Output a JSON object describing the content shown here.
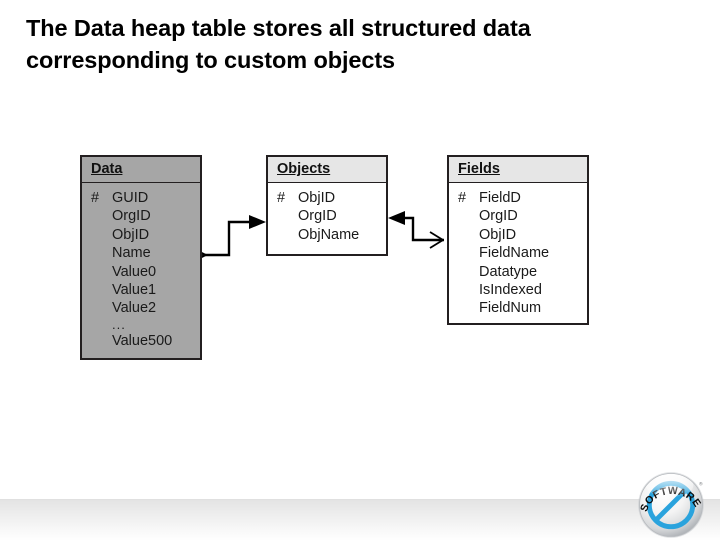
{
  "slide": {
    "title_lines": [
      "The Data heap table stores all structured data",
      "corresponding to custom objects"
    ]
  },
  "diagram": {
    "type": "entity-relationship-diagram",
    "entities": [
      {
        "name": "Data",
        "title": "Data",
        "fill": "#a6a6a6",
        "header_fill": "#a6a6a6",
        "attributes": [
          {
            "key": "#",
            "label": "GUID"
          },
          {
            "key": "",
            "label": "OrgID"
          },
          {
            "key": "",
            "label": "ObjID"
          },
          {
            "key": "",
            "label": "Name"
          },
          {
            "key": "",
            "label": "Value0"
          },
          {
            "key": "",
            "label": "Value1"
          },
          {
            "key": "",
            "label": "Value2"
          },
          {
            "key": "",
            "label": "..."
          },
          {
            "key": "",
            "label": "Value500"
          }
        ]
      },
      {
        "name": "Objects",
        "title": "Objects",
        "fill": "#ffffff",
        "header_fill": "#e6e6e6",
        "attributes": [
          {
            "key": "#",
            "label": "ObjID"
          },
          {
            "key": "",
            "label": "OrgID"
          },
          {
            "key": "",
            "label": "ObjName"
          }
        ]
      },
      {
        "name": "Fields",
        "title": "Fields",
        "fill": "#ffffff",
        "header_fill": "#e6e6e6",
        "attributes": [
          {
            "key": "#",
            "label": "FieldD"
          },
          {
            "key": "",
            "label": "OrgID"
          },
          {
            "key": "",
            "label": "ObjID"
          },
          {
            "key": "",
            "label": "FieldName"
          },
          {
            "key": "",
            "label": "Datatype"
          },
          {
            "key": "",
            "label": "IsIndexed"
          },
          {
            "key": "",
            "label": "FieldNum"
          }
        ]
      }
    ],
    "relationships": [
      {
        "from": "Data",
        "to": "Objects",
        "from_marker": "crows-foot",
        "to_marker": "arrow"
      },
      {
        "from": "Fields",
        "to": "Objects",
        "from_marker": "crows-foot",
        "to_marker": "arrow"
      }
    ]
  },
  "logo": {
    "name": "no-software-badge",
    "text": "SOFTWARE",
    "ring_color": "#29a3dc",
    "text_color": "#0d0d0d"
  }
}
